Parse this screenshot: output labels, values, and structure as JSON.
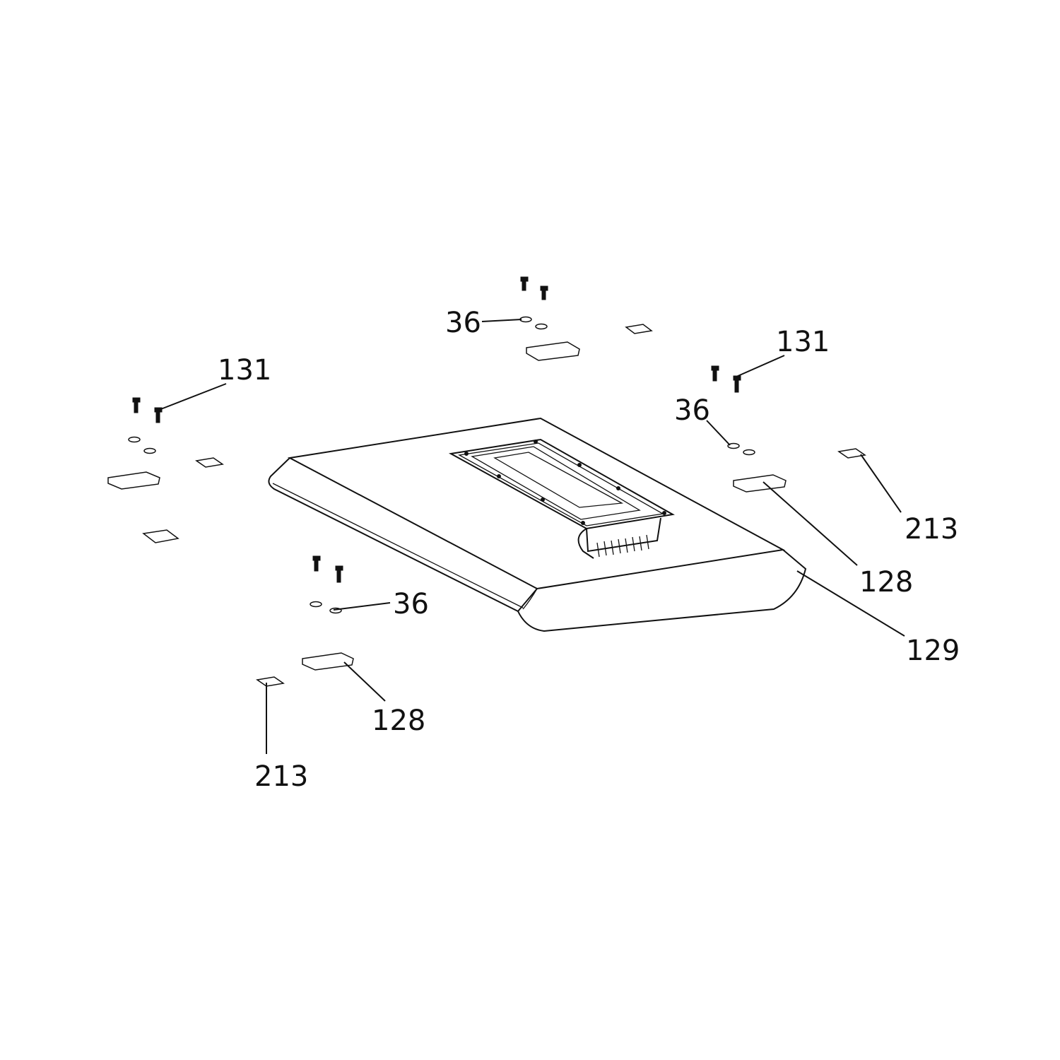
{
  "diagram": {
    "type": "exploded-parts-view",
    "labels": [
      "36",
      "131",
      "131",
      "36",
      "213",
      "128",
      "129",
      "36",
      "128",
      "213"
    ]
  }
}
